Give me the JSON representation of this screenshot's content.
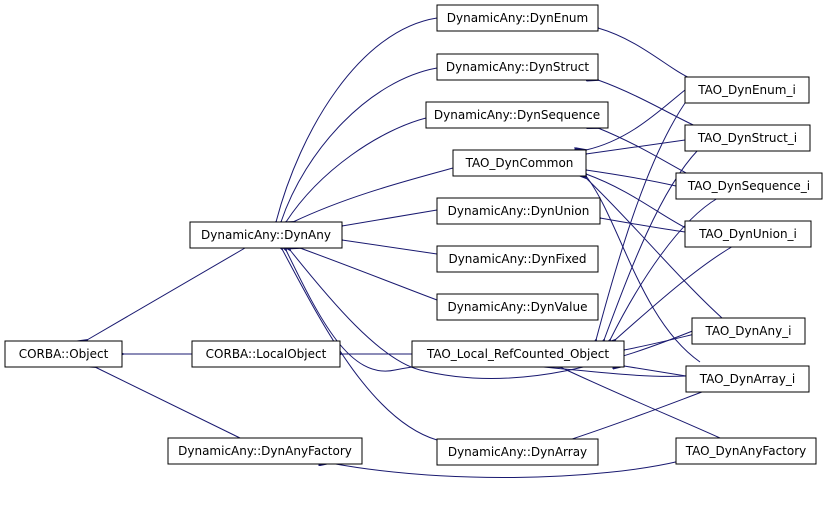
{
  "colors": {
    "edge": "#191970",
    "node_border": "#000000",
    "node_fill": "#ffffff"
  },
  "nodes": {
    "corba_object": "CORBA::Object",
    "corba_localobject": "CORBA::LocalObject",
    "dynany": "DynamicAny::DynAny",
    "dynanyfactory": "DynamicAny::DynAnyFactory",
    "dynenum": "DynamicAny::DynEnum",
    "dynstruct": "DynamicAny::DynStruct",
    "dynsequence": "DynamicAny::DynSequence",
    "tao_dyncommon": "TAO_DynCommon",
    "dynunion": "DynamicAny::DynUnion",
    "dynfixed": "DynamicAny::DynFixed",
    "dynvalue": "DynamicAny::DynValue",
    "tao_local_refcounted": "TAO_Local_RefCounted_Object",
    "dynarray": "DynamicAny::DynArray",
    "tao_dynenum_i": "TAO_DynEnum_i",
    "tao_dynstruct_i": "TAO_DynStruct_i",
    "tao_dynsequence_i": "TAO_DynSequence_i",
    "tao_dynunion_i": "TAO_DynUnion_i",
    "tao_dynany_i": "TAO_DynAny_i",
    "tao_dynarray_i": "TAO_DynArray_i",
    "tao_dynanyfactory": "TAO_DynAnyFactory"
  }
}
